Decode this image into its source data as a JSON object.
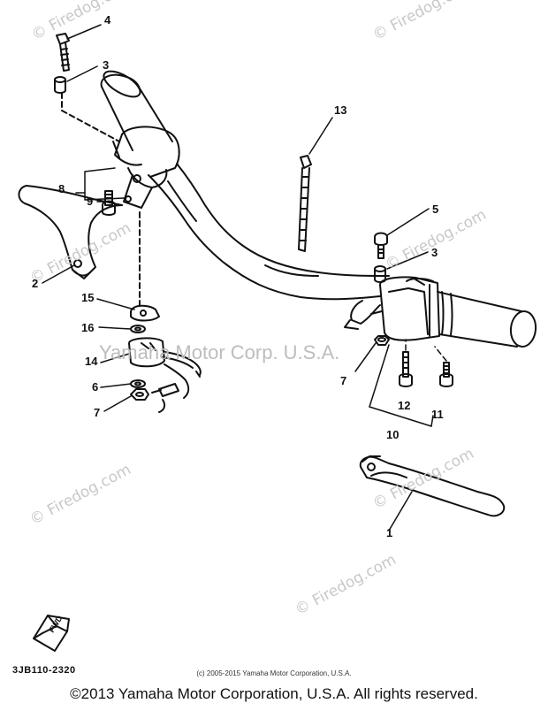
{
  "watermarks": [
    "© Firedog.com",
    "© Firedog.com",
    "© Firedog.com",
    "© Firedog.com",
    "© Firedog.com",
    "© Firedog.com",
    "© Firedog.com"
  ],
  "center_watermark": "Yamaha Motor Corp. U.S.A.",
  "callouts": {
    "n1": "1",
    "n2": "2",
    "n3a": "3",
    "n3b": "3",
    "n4": "4",
    "n5": "5",
    "n6": "6",
    "n7a": "7",
    "n7b": "7",
    "n8": "8",
    "n9": "9",
    "n10": "10",
    "n11": "11",
    "n12": "12",
    "n13": "13",
    "n14": "14",
    "n15": "15",
    "n16": "16"
  },
  "fwd_label": "FWD",
  "part_code": "3JB110-2320",
  "small_copyright": "(c) 2005-2015 Yamaha Motor Corporation, U.S.A.",
  "footer_copyright": "©2013 Yamaha Motor Corporation, U.S.A. All rights reserved."
}
